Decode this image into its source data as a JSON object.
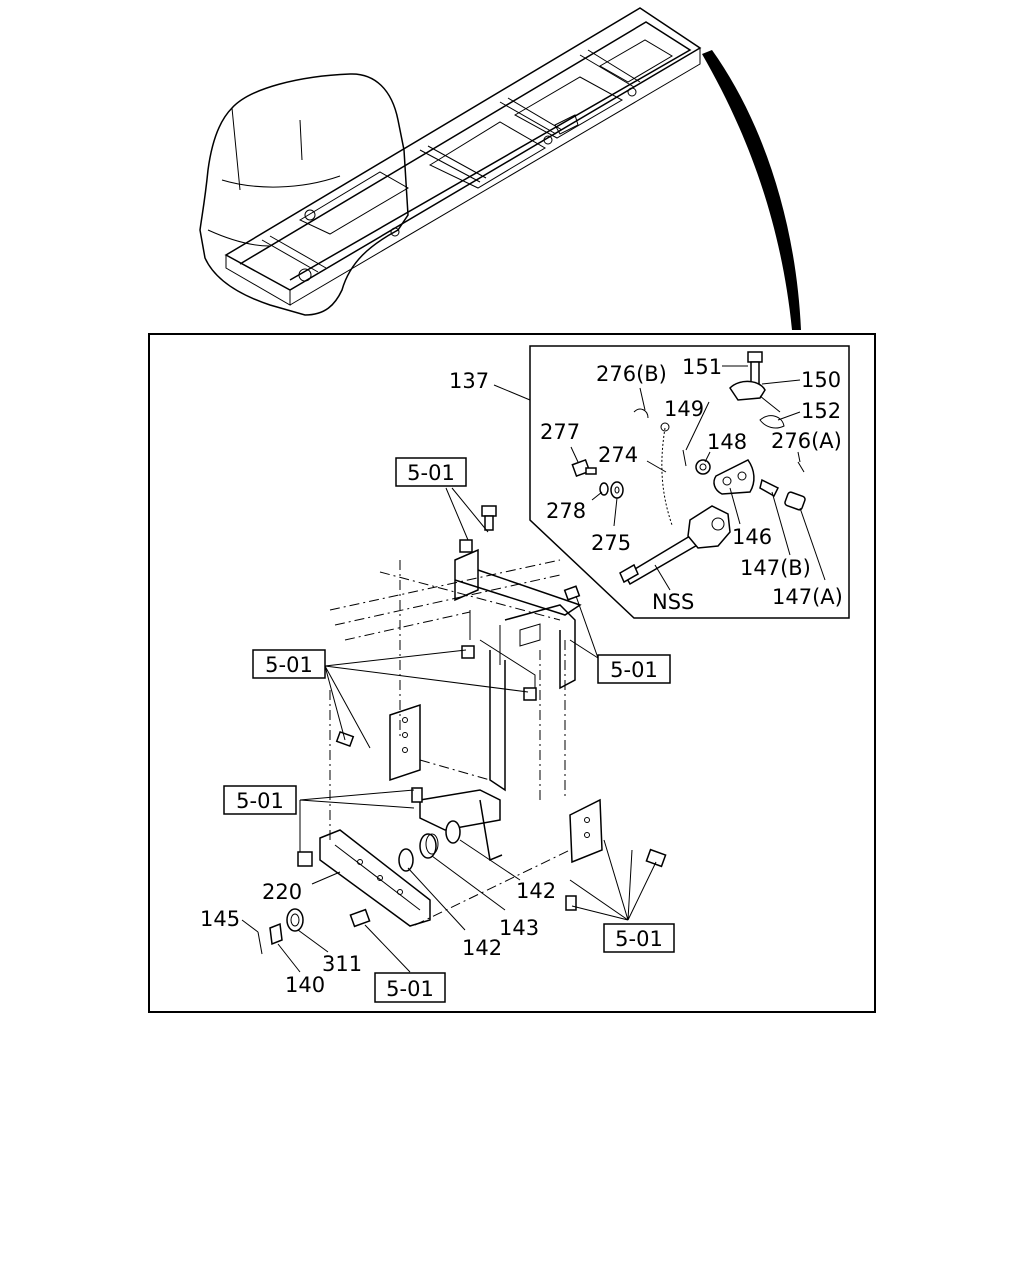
{
  "diagram": {
    "ref_boxes": {
      "r1": "5-01",
      "r2": "5-01",
      "r3": "5-01",
      "r4": "5-01",
      "r5": "5-01",
      "r6": "5-01"
    },
    "callouts": {
      "c137": "137",
      "c151": "151",
      "c150": "150",
      "c152": "152",
      "c276b": "276(B)",
      "c276a": "276(A)",
      "c149": "149",
      "c277": "277",
      "c148": "148",
      "c274": "274",
      "c278": "278",
      "c275": "275",
      "c146": "146",
      "c147b": "147(B)",
      "c147a": "147(A)",
      "nss": "NSS",
      "c220": "220",
      "c142a": "142",
      "c142b": "142",
      "c143": "143",
      "c145": "145",
      "c311": "311",
      "c140": "140"
    }
  }
}
